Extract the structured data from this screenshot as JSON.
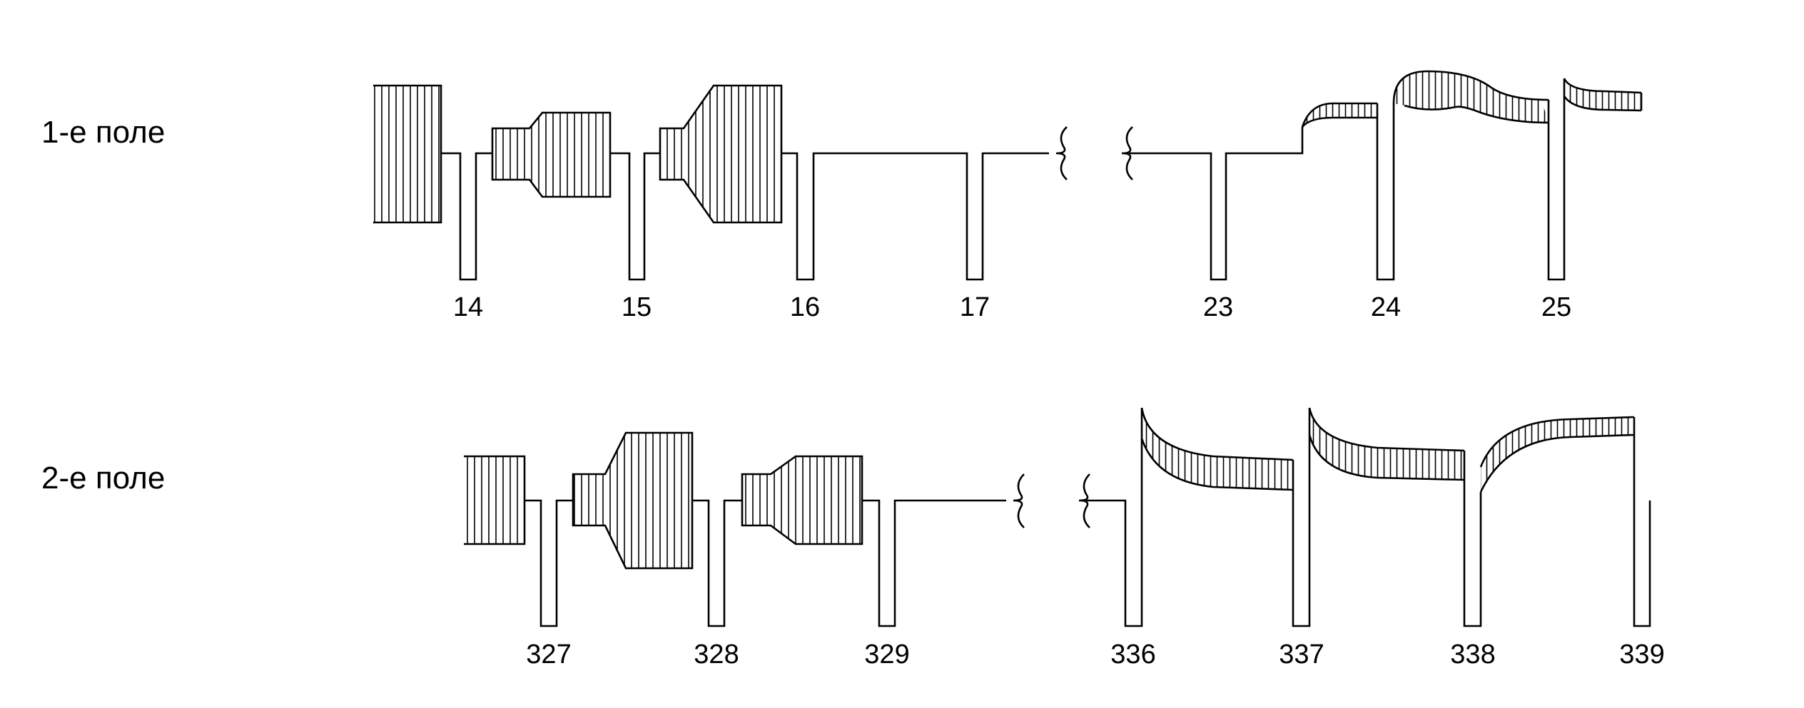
{
  "rows": [
    {
      "label": "1-е поле",
      "lines": [
        "14",
        "15",
        "16",
        "17",
        "23",
        "24",
        "25"
      ]
    },
    {
      "label": "2-е поле",
      "lines": [
        "327",
        "328",
        "329",
        "336",
        "337",
        "338",
        "339"
      ]
    }
  ]
}
